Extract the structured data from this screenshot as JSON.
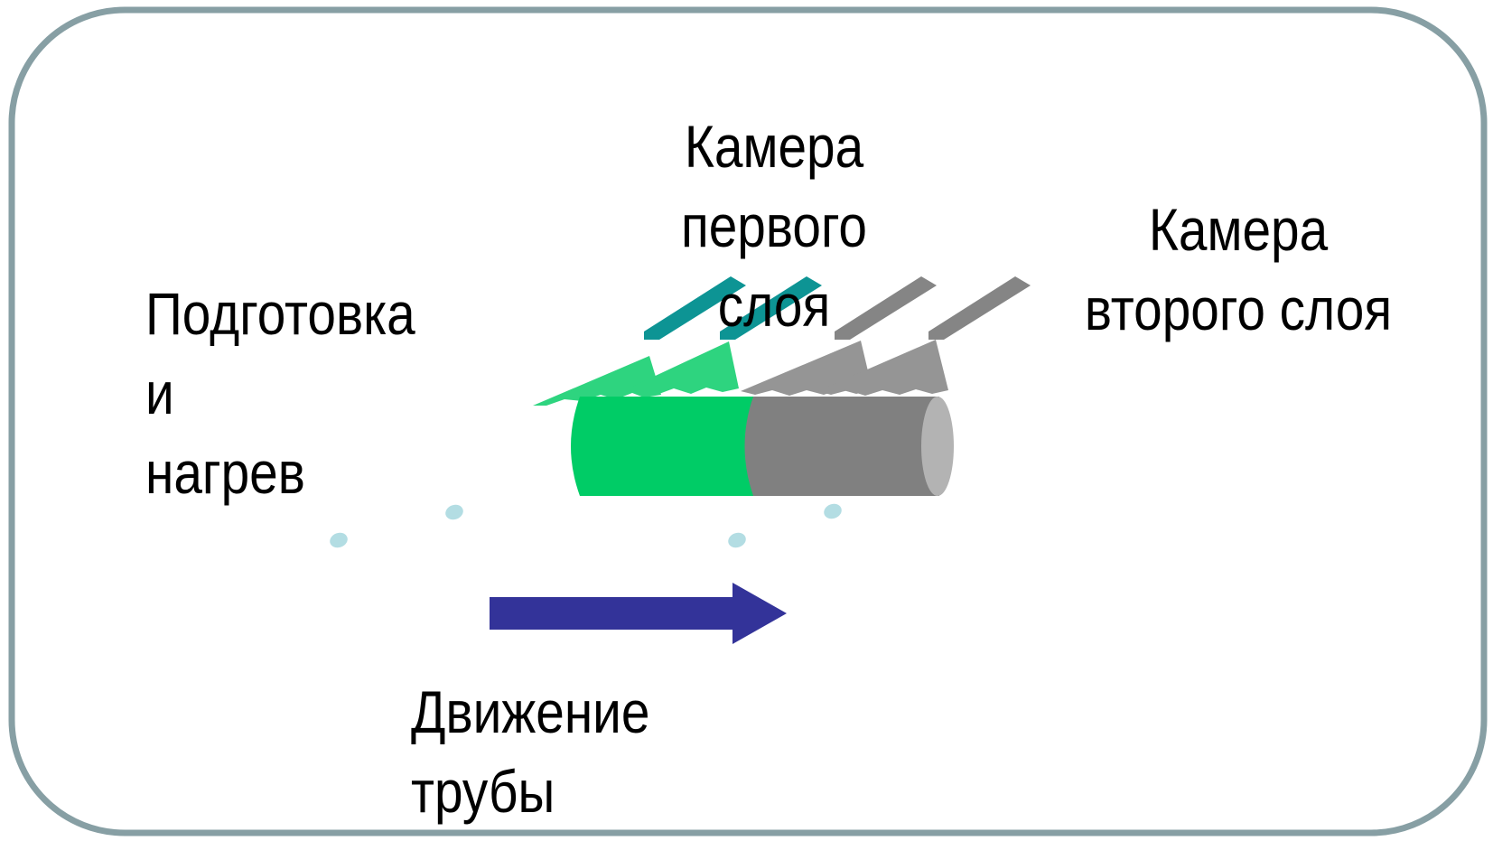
{
  "labels": {
    "preparation": [
      "Подготовка",
      "и",
      "нагрев"
    ],
    "first_chamber": [
      "Камера",
      "первого",
      "слоя"
    ],
    "second_chamber": [
      "Камера",
      "второго слоя"
    ],
    "movement": [
      "Движение",
      "трубы"
    ]
  },
  "colors": {
    "frame_border": "#879fa4",
    "pipe_coated_first": "#00cc66",
    "pipe_coated_second": "#808080",
    "pipe_end": "#b3b3b3",
    "first_spray_light": "#2ed47f",
    "first_nozzle": "#0d9494",
    "second_spray": "#959595",
    "second_nozzle": "#858585",
    "droplets": "#b3dde3",
    "arrow": "#333399"
  }
}
